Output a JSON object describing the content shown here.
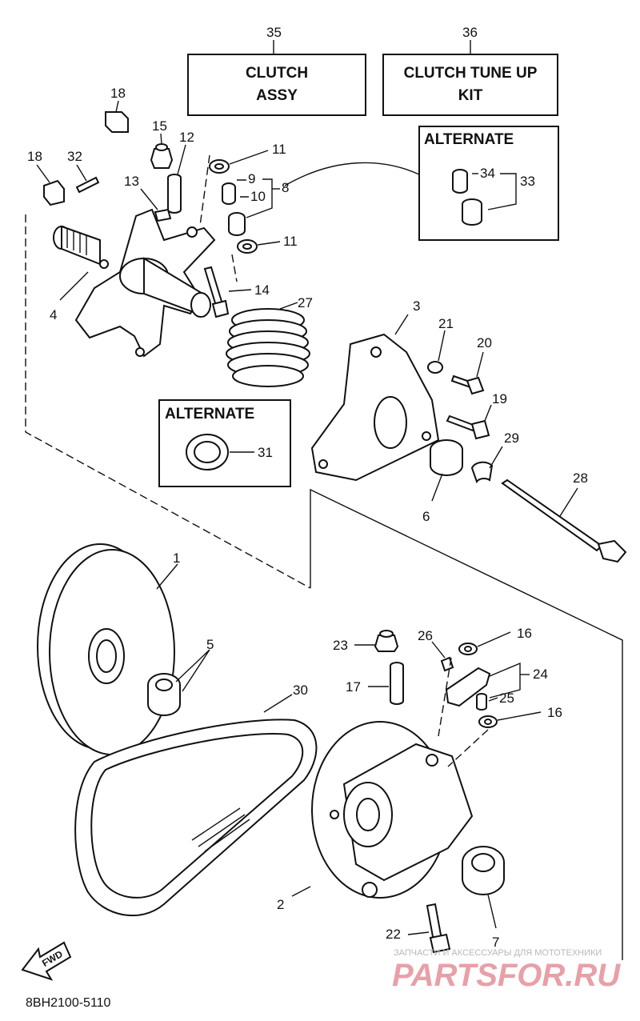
{
  "boxes": {
    "clutch_assy": {
      "number": "35",
      "line1": "CLUTCH",
      "line2": "ASSY"
    },
    "tune_up_kit": {
      "number": "36",
      "line1": "CLUTCH TUNE UP",
      "line2": "KIT"
    }
  },
  "alternate_label": "ALTERNATE",
  "callouts": {
    "c1": "1",
    "c2": "2",
    "c3": "3",
    "c4": "4",
    "c5": "5",
    "c6": "6",
    "c7": "7",
    "c8": "8",
    "c9": "9",
    "c10": "10",
    "c11a": "11",
    "c11b": "11",
    "c12": "12",
    "c13": "13",
    "c14": "14",
    "c15": "15",
    "c16a": "16",
    "c16b": "16",
    "c17": "17",
    "c18a": "18",
    "c18b": "18",
    "c19": "19",
    "c20": "20",
    "c21": "21",
    "c22": "22",
    "c23": "23",
    "c24": "24",
    "c25": "25",
    "c26": "26",
    "c27": "27",
    "c28": "28",
    "c29": "29",
    "c30": "30",
    "c31": "31",
    "c32": "32",
    "c33": "33",
    "c34": "34"
  },
  "fwd_label": "FWD",
  "diagram_code": "8BH2100-5110",
  "watermark": {
    "line1": "ЗАПЧАСТИ И АКСЕССУАРЫ ДЛЯ МОТОТЕХНИКИ",
    "line2": "PARTSFOR.RU"
  }
}
